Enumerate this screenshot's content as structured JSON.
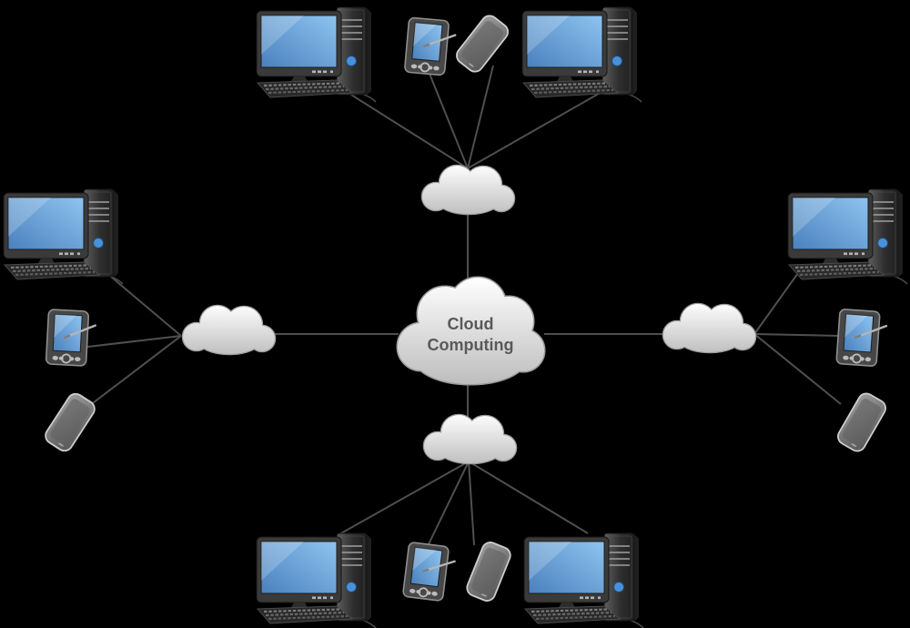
{
  "central_cloud": {
    "label": "Cloud Computing",
    "label_line1": "Cloud",
    "label_line2": "Computing"
  },
  "clusters": {
    "top": {
      "hub": "cloud",
      "devices": [
        "desktop-computer",
        "pda",
        "smartphone",
        "desktop-computer"
      ]
    },
    "left": {
      "hub": "cloud",
      "devices": [
        "desktop-computer",
        "pda",
        "smartphone"
      ]
    },
    "right": {
      "hub": "cloud",
      "devices": [
        "desktop-computer",
        "pda",
        "smartphone"
      ]
    },
    "bottom": {
      "hub": "cloud",
      "devices": [
        "desktop-computer",
        "pda",
        "smartphone",
        "desktop-computer"
      ]
    }
  },
  "colors": {
    "background": "#000000",
    "connector_line": "#4f4f4f",
    "cloud_fill_light": "#ffffff",
    "cloud_fill_dark": "#bfbfbf",
    "cloud_outline": "#9b9b9b",
    "label_text": "#595959",
    "screen_blue_light": "#8ec4f0",
    "screen_blue_dark": "#4a81bd",
    "device_body_dark": "#3a3a3a",
    "power_button_blue": "#4a90d9",
    "phone_body": "#6e6e6e",
    "stylus_gray": "#b5b5b5"
  }
}
